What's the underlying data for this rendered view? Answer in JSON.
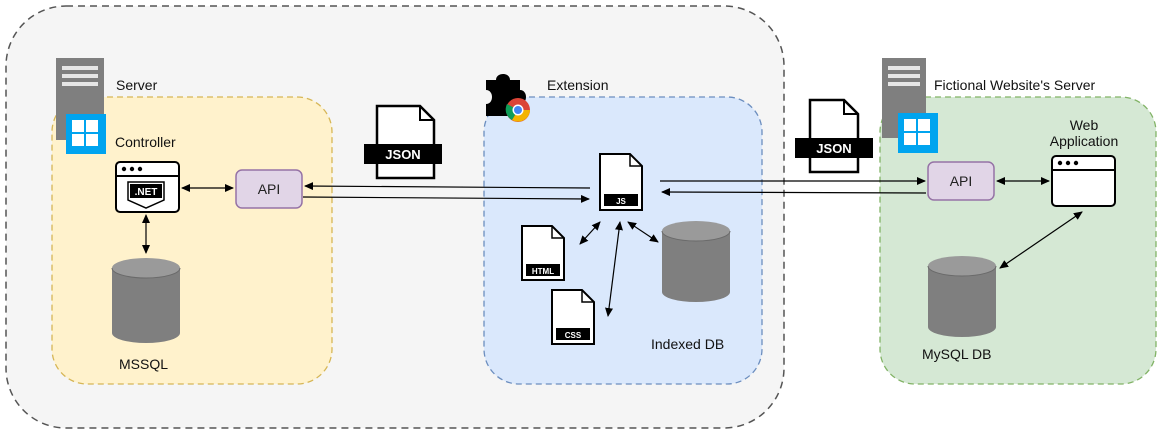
{
  "containers": {
    "server": "Server",
    "controller": "Controller",
    "extension": "Extension",
    "website_server": "Fictional Website's Server",
    "web_application": "Web\nApplication"
  },
  "nodes": {
    "api_left": "API",
    "api_right": "API",
    "net_icon_label": ".NET",
    "json_left": "JSON",
    "json_right": "JSON",
    "js_file": "JS",
    "html_file": "HTML",
    "css_file": "CSS"
  },
  "databases": {
    "mssql": "MSSQL",
    "indexed_db": "Indexed DB",
    "mysql": "MySQL DB"
  },
  "colors": {
    "outer_fill": "#f5f5f5",
    "server_fill": "#fff2cc",
    "server_border": "#d6b656",
    "extension_fill": "#dae8fc",
    "extension_border": "#6c8ebf",
    "website_fill": "#d5e8d4",
    "website_border": "#82b366",
    "api_fill": "#e1d5e7",
    "api_border": "#9673a6",
    "db_fill": "#7f7f7f",
    "windows_blue": "#00a4ef"
  }
}
